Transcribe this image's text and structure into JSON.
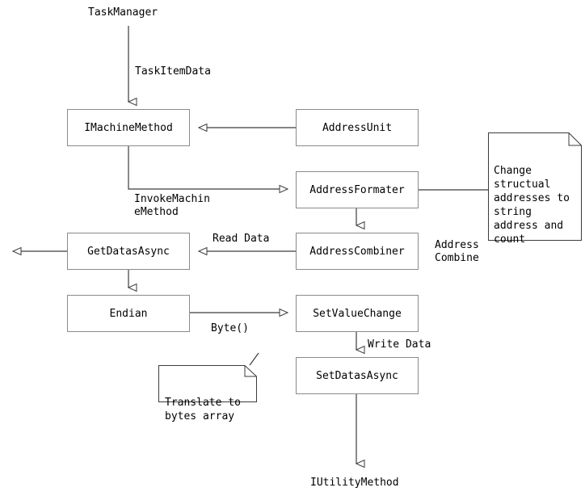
{
  "diagram": {
    "title": "TaskManager flow diagram",
    "stroke_color": "#8a8a8a",
    "line_color": "#3c3c3c",
    "text_color": "#000000",
    "background": "#ffffff",
    "nodes": [
      {
        "id": "imachinemethod",
        "label": "IMachineMethod"
      },
      {
        "id": "addressunit",
        "label": "AddressUnit"
      },
      {
        "id": "addressformater",
        "label": "AddressFormater"
      },
      {
        "id": "addresscombiner",
        "label": "AddressCombiner"
      },
      {
        "id": "getdatasasync",
        "label": "GetDatasAsync"
      },
      {
        "id": "endian",
        "label": "Endian"
      },
      {
        "id": "setvaluechange",
        "label": "SetValueChange"
      },
      {
        "id": "setdatasasync",
        "label": "SetDatasAsync"
      }
    ],
    "endpoints": [
      {
        "id": "taskmanager",
        "label": "TaskManager"
      },
      {
        "id": "iutilitymethod",
        "label": "IUtilityMethod"
      }
    ],
    "edge_labels": [
      {
        "id": "taskitemdata",
        "label": "TaskItemData"
      },
      {
        "id": "invokemachinemethod",
        "label": "InvokeMachin\neMethod"
      },
      {
        "id": "read-data",
        "label": "Read Data"
      },
      {
        "id": "address-combine",
        "label": "Address\nCombine"
      },
      {
        "id": "byte",
        "label": "Byte()"
      },
      {
        "id": "write-data",
        "label": "Write Data"
      }
    ],
    "notes": [
      {
        "id": "note-change-address",
        "label": "Change\nstructual\naddresses to\nstring\naddress and\ncount"
      },
      {
        "id": "note-translate-bytes",
        "label": "Translate to\nbytes array"
      }
    ]
  }
}
